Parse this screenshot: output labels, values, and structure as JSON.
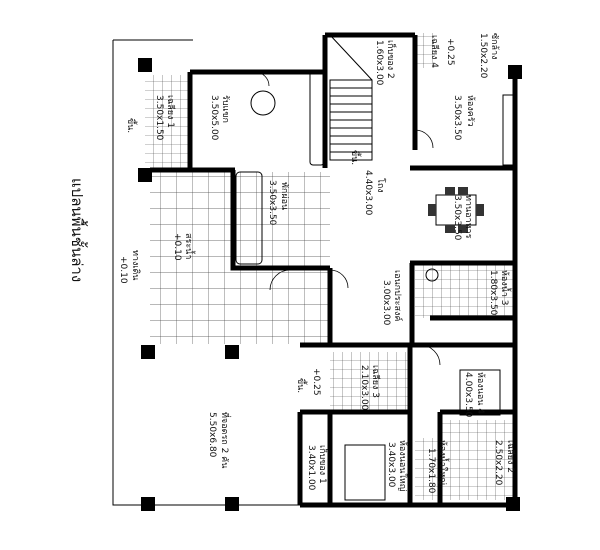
{
  "plan": {
    "title": "แปลนพื้นชั้นล่าง",
    "rooms": [
      {
        "name": "ทางเดิน",
        "size": "+0.10"
      },
      {
        "name": "เฉลียง 1",
        "size": "3.50x1.50"
      },
      {
        "name": "รับแขก",
        "size": "3.50x5.00"
      },
      {
        "name": "พักผ่อน",
        "size": "3.50x3.50"
      },
      {
        "name": "สระน้ำ",
        "size": "+0.10"
      },
      {
        "name": "เก็บของ 2",
        "size": "1.60x3.00"
      },
      {
        "name": "ซักล้าง",
        "size": "1.50x2.20"
      },
      {
        "name": "ห้องครัว",
        "size": "3.50x3.50"
      },
      {
        "name": "โถง",
        "size": "4.40x3.00"
      },
      {
        "name": "ทานอาหาร",
        "size": "3.50x3.50"
      },
      {
        "name": "ห้องน้ำ 3",
        "size": "1.80x3.50"
      },
      {
        "name": "เอนกประสงค์",
        "size": "3.00x3.00"
      },
      {
        "name": "เฉลียง 3",
        "size": "2.10x3.00"
      },
      {
        "name": "ห้องนอน 4",
        "size": "4.00x3.50"
      },
      {
        "name": "ที่จอดรถ 2 คัน",
        "size": "5.50x6.80"
      },
      {
        "name": "เก็บของ 1",
        "size": "3.40x1.00"
      },
      {
        "name": "ห้องนอนใหญ่",
        "size": "3.40x3.00"
      },
      {
        "name": "ห้องน้ำใหญ่",
        "size": "1.70x1.80"
      },
      {
        "name": "เฉลียง 2",
        "size": "2.50x2.20"
      }
    ],
    "annotations": {
      "up_1": "ขึ้น.",
      "up_stair": "ขึ้น.",
      "up_3": "ขึ้น.",
      "level_4": "+0.25",
      "level_3": "+0.25",
      "veranda_4": "เฉลียง 4"
    }
  }
}
